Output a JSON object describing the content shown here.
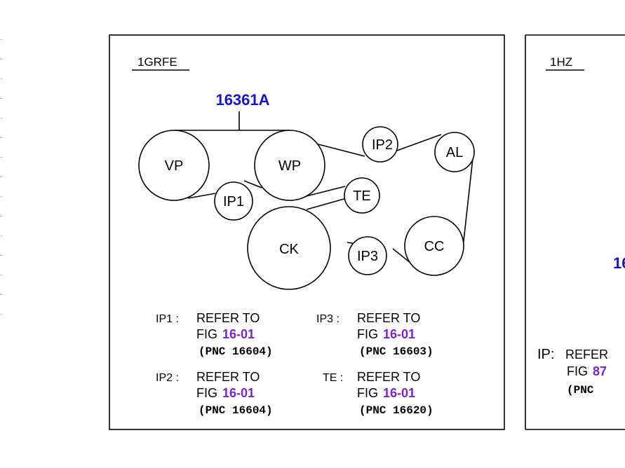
{
  "panel_left": {
    "engine": "1GRFE",
    "belt_part": "16361A",
    "pulleys": {
      "vp": "VP",
      "wp": "WP",
      "ip1": "IP1",
      "ip2": "IP2",
      "ip3": "IP3",
      "te": "TE",
      "al": "AL",
      "ck": "CK",
      "cc": "CC"
    },
    "notes": [
      {
        "label": "IP1 :",
        "refer": "REFER TO",
        "fig_prefix": "FIG",
        "fig": "16-01",
        "pnc": "(PNC 16604)"
      },
      {
        "label": "IP3 :",
        "refer": "REFER TO",
        "fig_prefix": "FIG",
        "fig": "16-01",
        "pnc": "(PNC 16603)"
      },
      {
        "label": "IP2 :",
        "refer": "REFER TO",
        "fig_prefix": "FIG",
        "fig": "16-01",
        "pnc": "(PNC 16604)"
      },
      {
        "label": "TE :",
        "refer": "REFER TO",
        "fig_prefix": "FIG",
        "fig": "16-01",
        "pnc": "(PNC 16620)"
      }
    ]
  },
  "panel_right": {
    "engine": "1HZ",
    "belt_part_partial": "16",
    "note": {
      "label": "IP:",
      "refer": "REFER",
      "fig_prefix": "FIG",
      "fig": "87",
      "pnc": "(PNC"
    }
  },
  "colors": {
    "part_number": "#1414d8",
    "figure_link": "#7a22d4",
    "line": "#000000"
  }
}
